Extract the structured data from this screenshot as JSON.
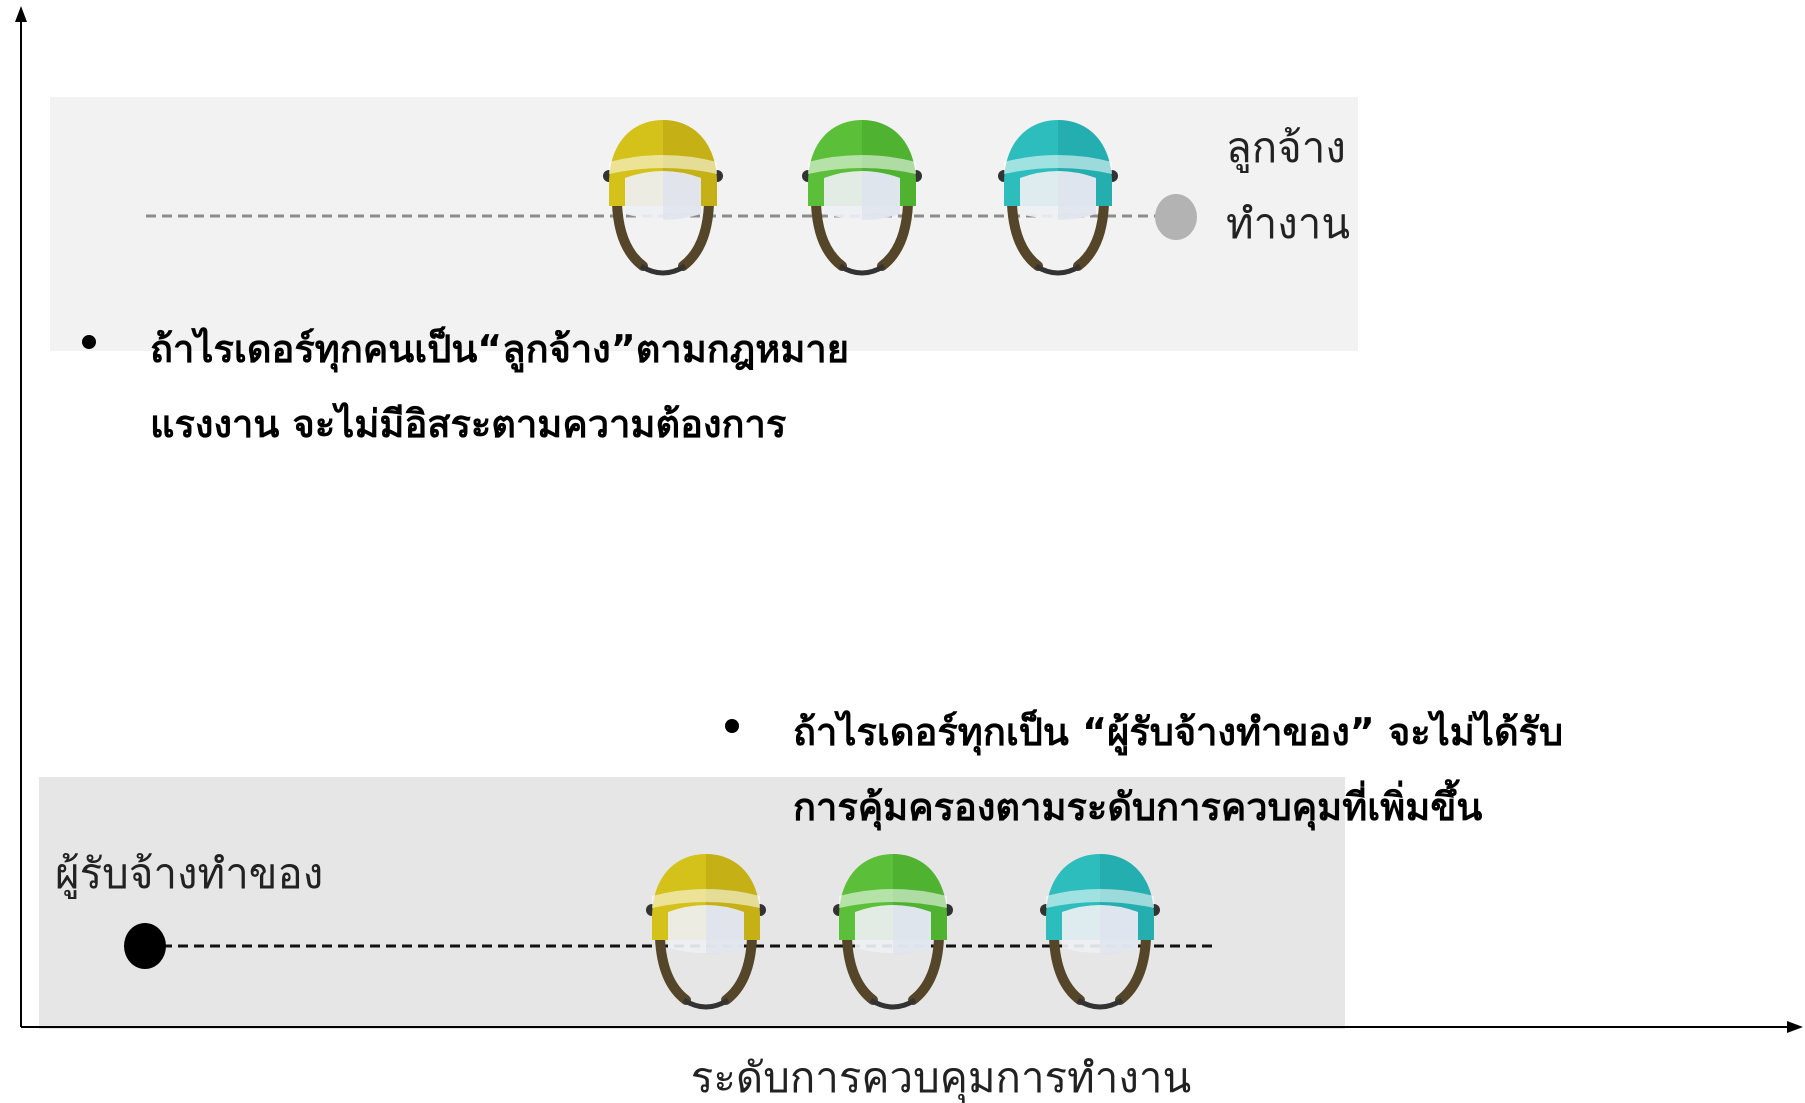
{
  "axes": {
    "x_label": "ระดับการควบคุมการทำงาน"
  },
  "upper_band": {
    "end_label_line1": "ลูกจ้าง",
    "end_label_line2": "ทำงาน",
    "bullet_line1": "ถ้าไรเดอร์ทุกคนเป็น“ลูกจ้าง”ตามกฎหมาย",
    "bullet_line2": "แรงงาน จะไม่มีอิสระตามความต้องการ",
    "fill_color": "#f2f2f2",
    "marker_color": "#b3b3b3"
  },
  "lower_band": {
    "start_label": "ผู้รับจ้างทำของ",
    "bullet_line1": "ถ้าไรเดอร์ทุกเป็น “ผู้รับจ้างทำของ” จะไม่ได้รับ",
    "bullet_line2": "การคุ้มครองตามระดับการควบคุมที่เพิ่มขึ้น",
    "fill_color": "#e6e6e6",
    "marker_color": "#000000"
  },
  "helmets": [
    {
      "icon": "helmet-icon",
      "color": "#d4c21a",
      "shade": "#b8a414"
    },
    {
      "icon": "helmet-icon",
      "color": "#5cbf3a",
      "shade": "#45a82a"
    },
    {
      "icon": "helmet-icon",
      "color": "#2ebdbd",
      "shade": "#1fa3a6"
    }
  ]
}
